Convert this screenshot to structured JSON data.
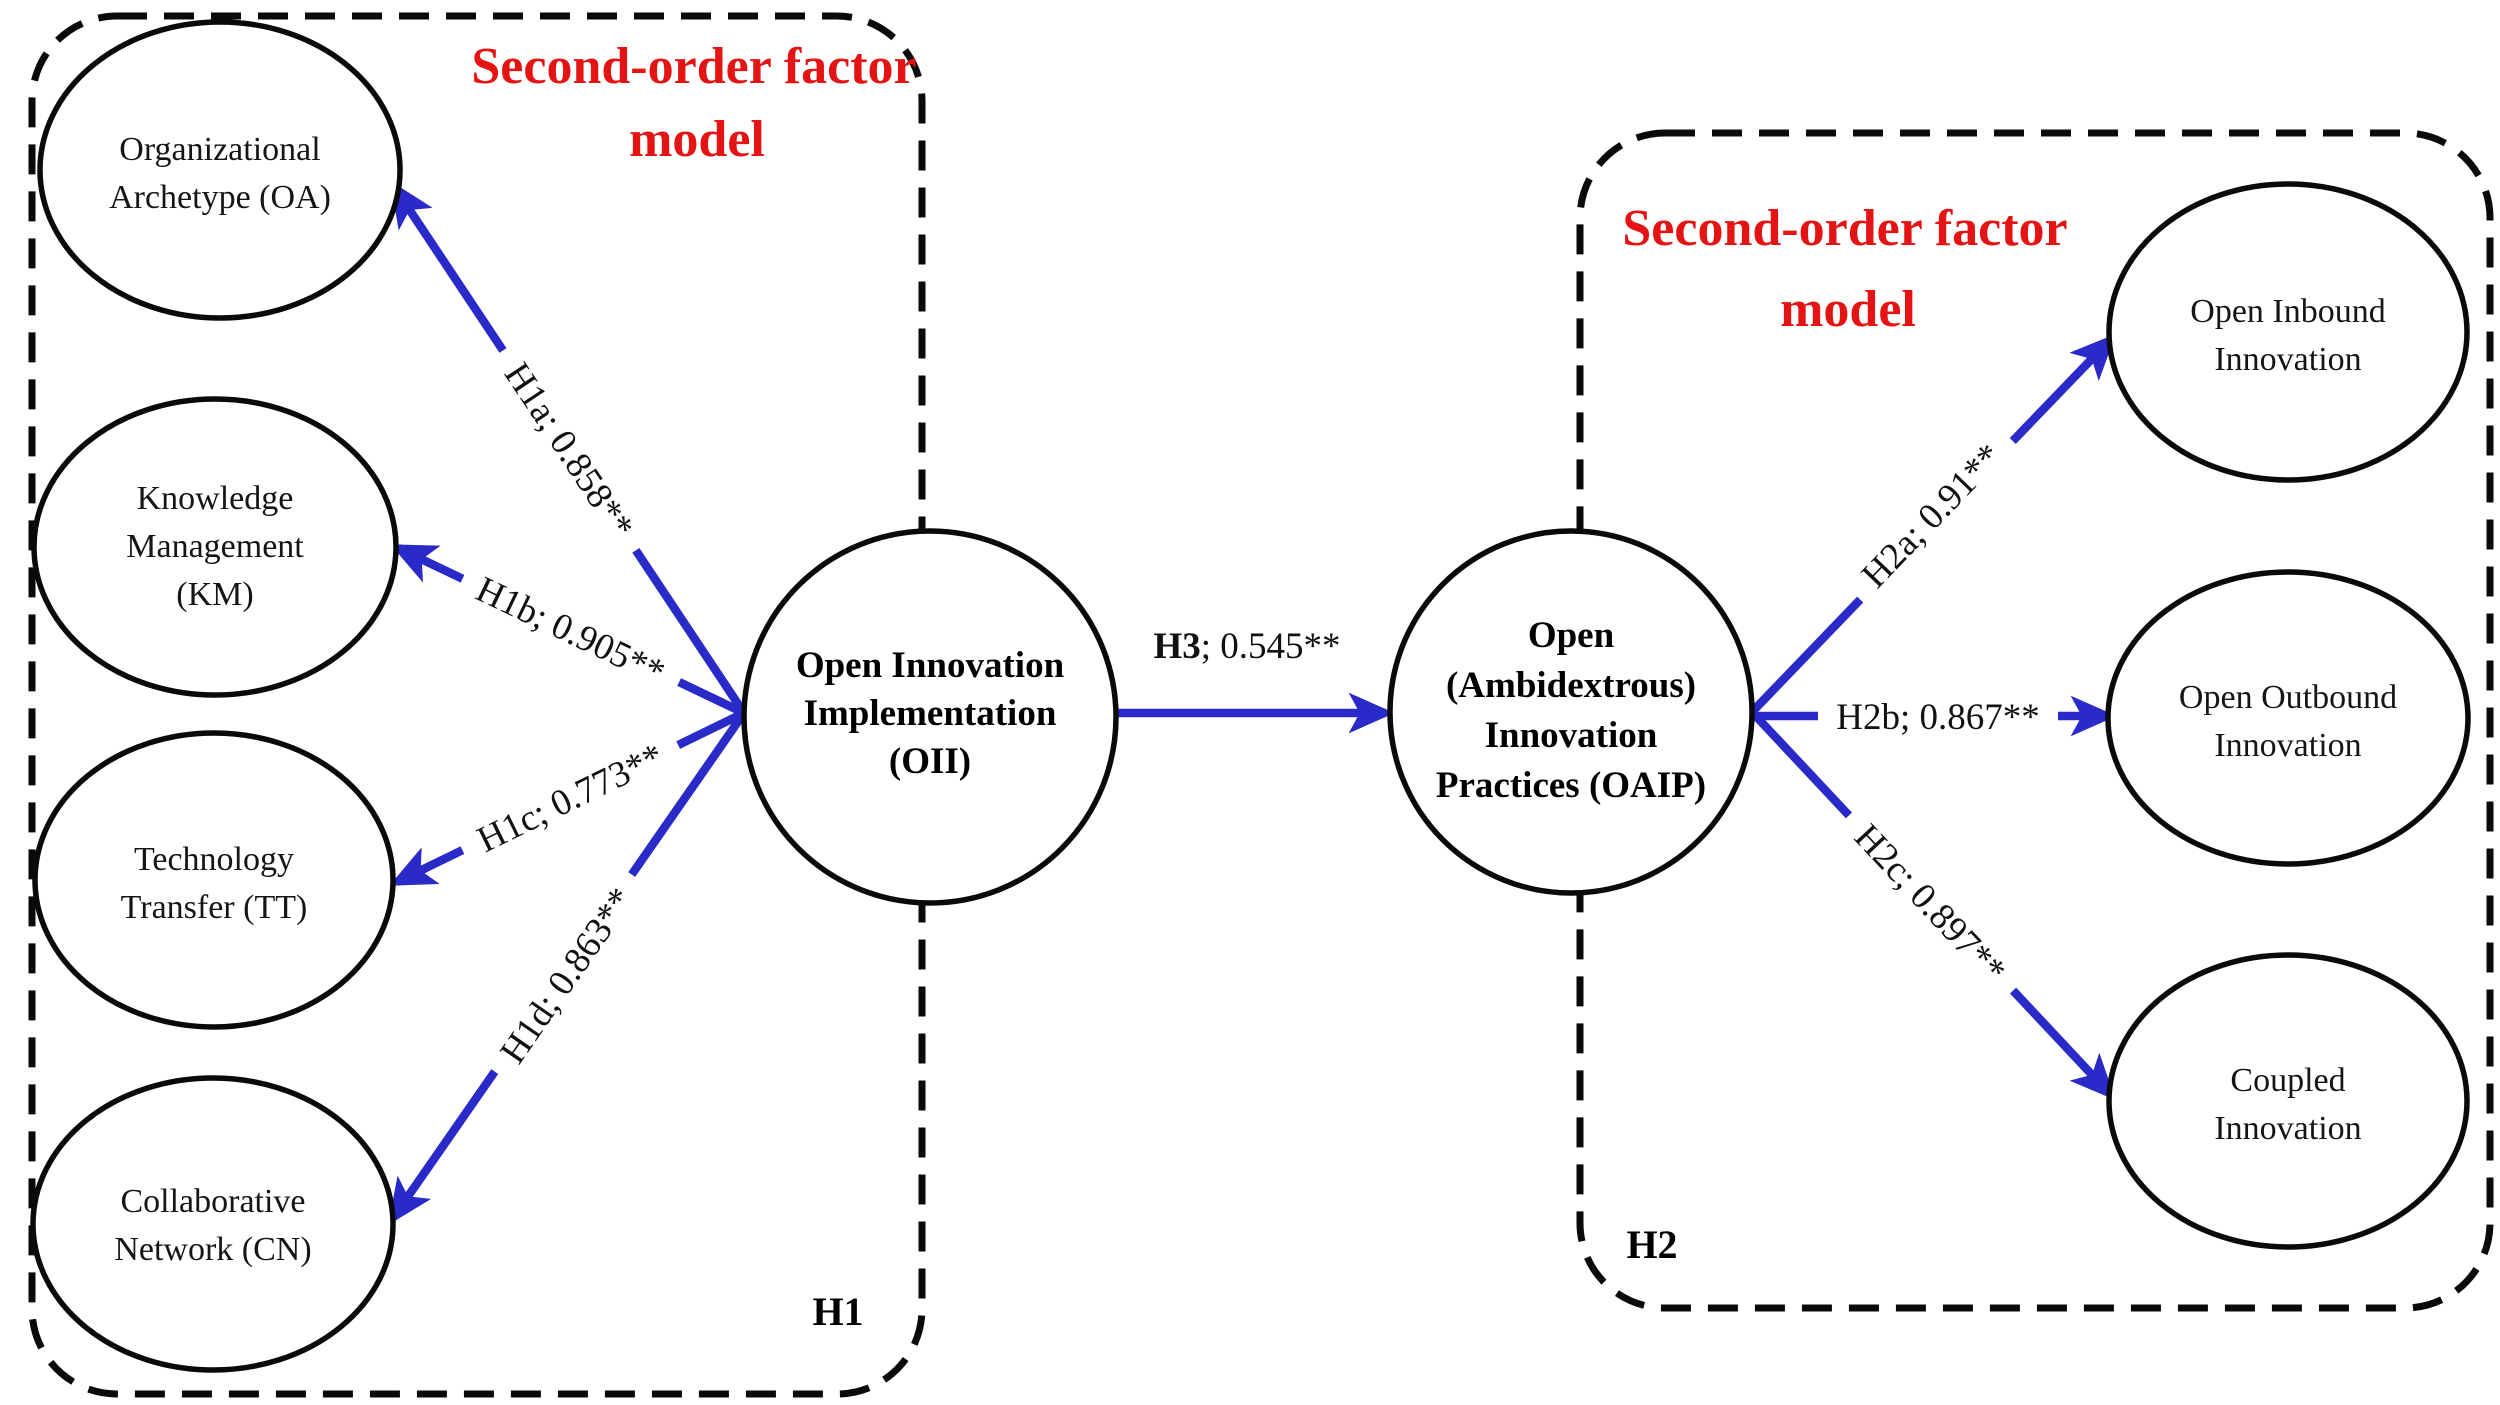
{
  "figure_type": "structural-equation-model path diagram",
  "colors": {
    "arrow_blue": "#2a2ac8",
    "title_red": "#e41414",
    "shape_black": "#0a0a0a",
    "background": "#ffffff"
  },
  "left_group": {
    "title_line1": "Second-order factor",
    "title_line2": "model",
    "hypothesis": "H1",
    "nodes": {
      "oa": {
        "line1": "Organizational",
        "line2": "Archetype (OA)"
      },
      "km": {
        "line1": "Knowledge",
        "line2": "Management",
        "line3": "(KM)"
      },
      "tt": {
        "line1": "Technology",
        "line2": "Transfer (TT)"
      },
      "cn": {
        "line1": "Collaborative",
        "line2": "Network (CN)"
      }
    }
  },
  "core": {
    "oii": {
      "line1": "Open Innovation",
      "line2": "Implementation",
      "line3": "(OII)"
    },
    "oaip": {
      "line1": "Open",
      "line2": "(Ambidextrous)",
      "line3": "Innovation",
      "line4": "Practices (OAIP)"
    }
  },
  "right_group": {
    "title_line1": "Second-order factor",
    "title_line2": "model",
    "hypothesis": "H2",
    "nodes": {
      "inbound": {
        "line1": "Open Inbound",
        "line2": "Innovation"
      },
      "outbound": {
        "line1": "Open Outbound",
        "line2": "Innovation"
      },
      "coupled": {
        "line1": "Coupled",
        "line2": "Innovation"
      }
    }
  },
  "edges": {
    "h1a": {
      "label": "H1a; 0.858**"
    },
    "h1b": {
      "label": "H1b; 0.905**"
    },
    "h1c": {
      "label": "H1c; 0.773**"
    },
    "h1d": {
      "label": "H1d; 0.863**"
    },
    "h3": {
      "label_bold": "H3",
      "label_rest": "; 0.545**"
    },
    "h2a": {
      "label": "H2a; 0.91**"
    },
    "h2b": {
      "label": "H2b; 0.867**"
    },
    "h2c": {
      "label": "H2c; 0.897**"
    }
  }
}
